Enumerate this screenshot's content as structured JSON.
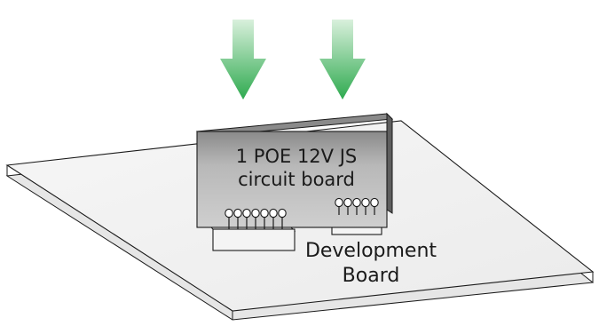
{
  "diagram": {
    "module_label": {
      "line1": "1 POE 12V JS",
      "line2": "circuit board"
    },
    "board_label": {
      "line1": "Development",
      "line2": "Board"
    },
    "arrow_count": 2,
    "arrow_direction": "down",
    "colors": {
      "arrow_top": "#d9f0dc",
      "arrow_bottom": "#2eaa4f",
      "board_fill": "#f0f0f0",
      "module_face": "#b3b3b3",
      "module_edge": "#6e6e6e",
      "outline": "#1a1a1a"
    }
  }
}
